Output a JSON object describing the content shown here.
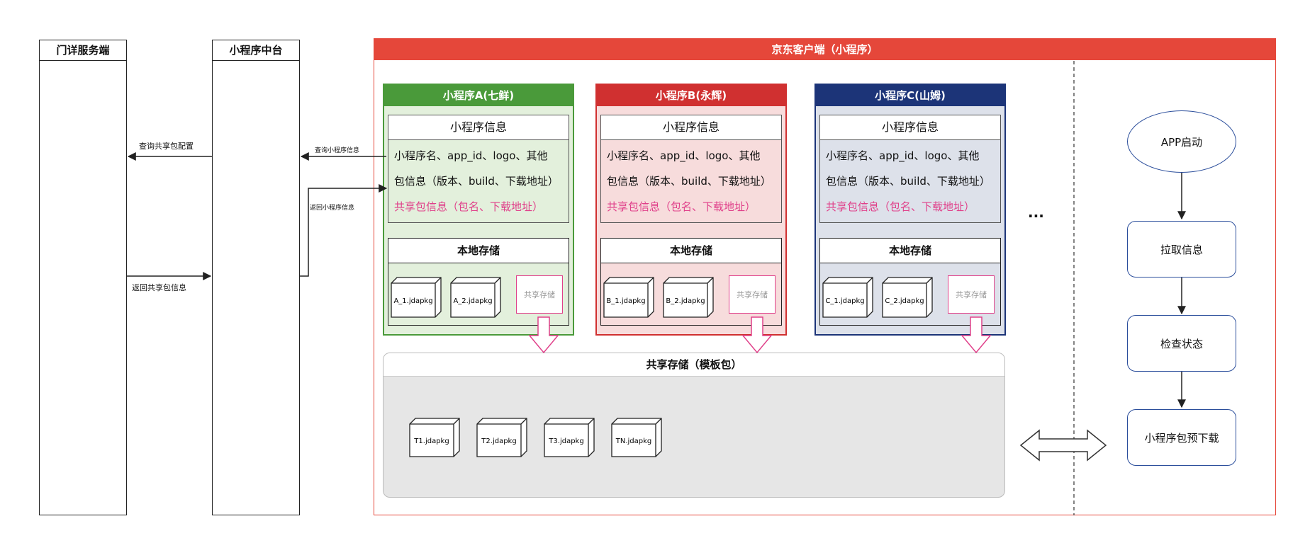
{
  "lanes": {
    "server": "门详服务端",
    "middle": "小程序中台"
  },
  "arrows": {
    "query_config": "查询共享包配置",
    "return_info": "返回共享包信息",
    "query_mini": "查询小程序信息",
    "return_mini": "返回小程序信息"
  },
  "client": {
    "title": "京东客户端（小程序）"
  },
  "programs": [
    {
      "title": "小程序A(七鲜)",
      "info_head": "小程序信息",
      "line1": "小程序名、app_id、logo、其他",
      "line2": "包信息（版本、build、下载地址）",
      "line3": "共享包信息（包名、下载地址）",
      "storage_head": "本地存储",
      "pkg1": "A_1.jdapkg",
      "pkg2": "A_2.jdapkg",
      "share": "共享存储",
      "color": "#4a9a3a",
      "bg": "#e3f0dc"
    },
    {
      "title": "小程序B(永辉)",
      "info_head": "小程序信息",
      "line1": "小程序名、app_id、logo、其他",
      "line2": "包信息（版本、build、下载地址）",
      "line3": "共享包信息（包名、下载地址）",
      "storage_head": "本地存储",
      "pkg1": "B_1.jdapkg",
      "pkg2": "B_2.jdapkg",
      "share": "共享存储",
      "color": "#d03030",
      "bg": "#f7dcdc"
    },
    {
      "title": "小程序C(山姆)",
      "info_head": "小程序信息",
      "line1": "小程序名、app_id、logo、其他",
      "line2": "包信息（版本、build、下载地址）",
      "line3": "共享包信息（包名、下载地址）",
      "storage_head": "本地存储",
      "pkg1": "C_1.jdapkg",
      "pkg2": "C_2.jdapkg",
      "share": "共享存储",
      "color": "#1c3478",
      "bg": "#dde1ea"
    }
  ],
  "ellipsis": "...",
  "shared": {
    "title": "共享存储（模板包）",
    "pkgs": [
      "T1.jdapkg",
      "T2.jdapkg",
      "T3.jdapkg",
      "TN.jdapkg"
    ]
  },
  "flow": {
    "start": "APP启动",
    "step1": "拉取信息",
    "step2": "检查状态",
    "step3": "小程序包预下载"
  }
}
